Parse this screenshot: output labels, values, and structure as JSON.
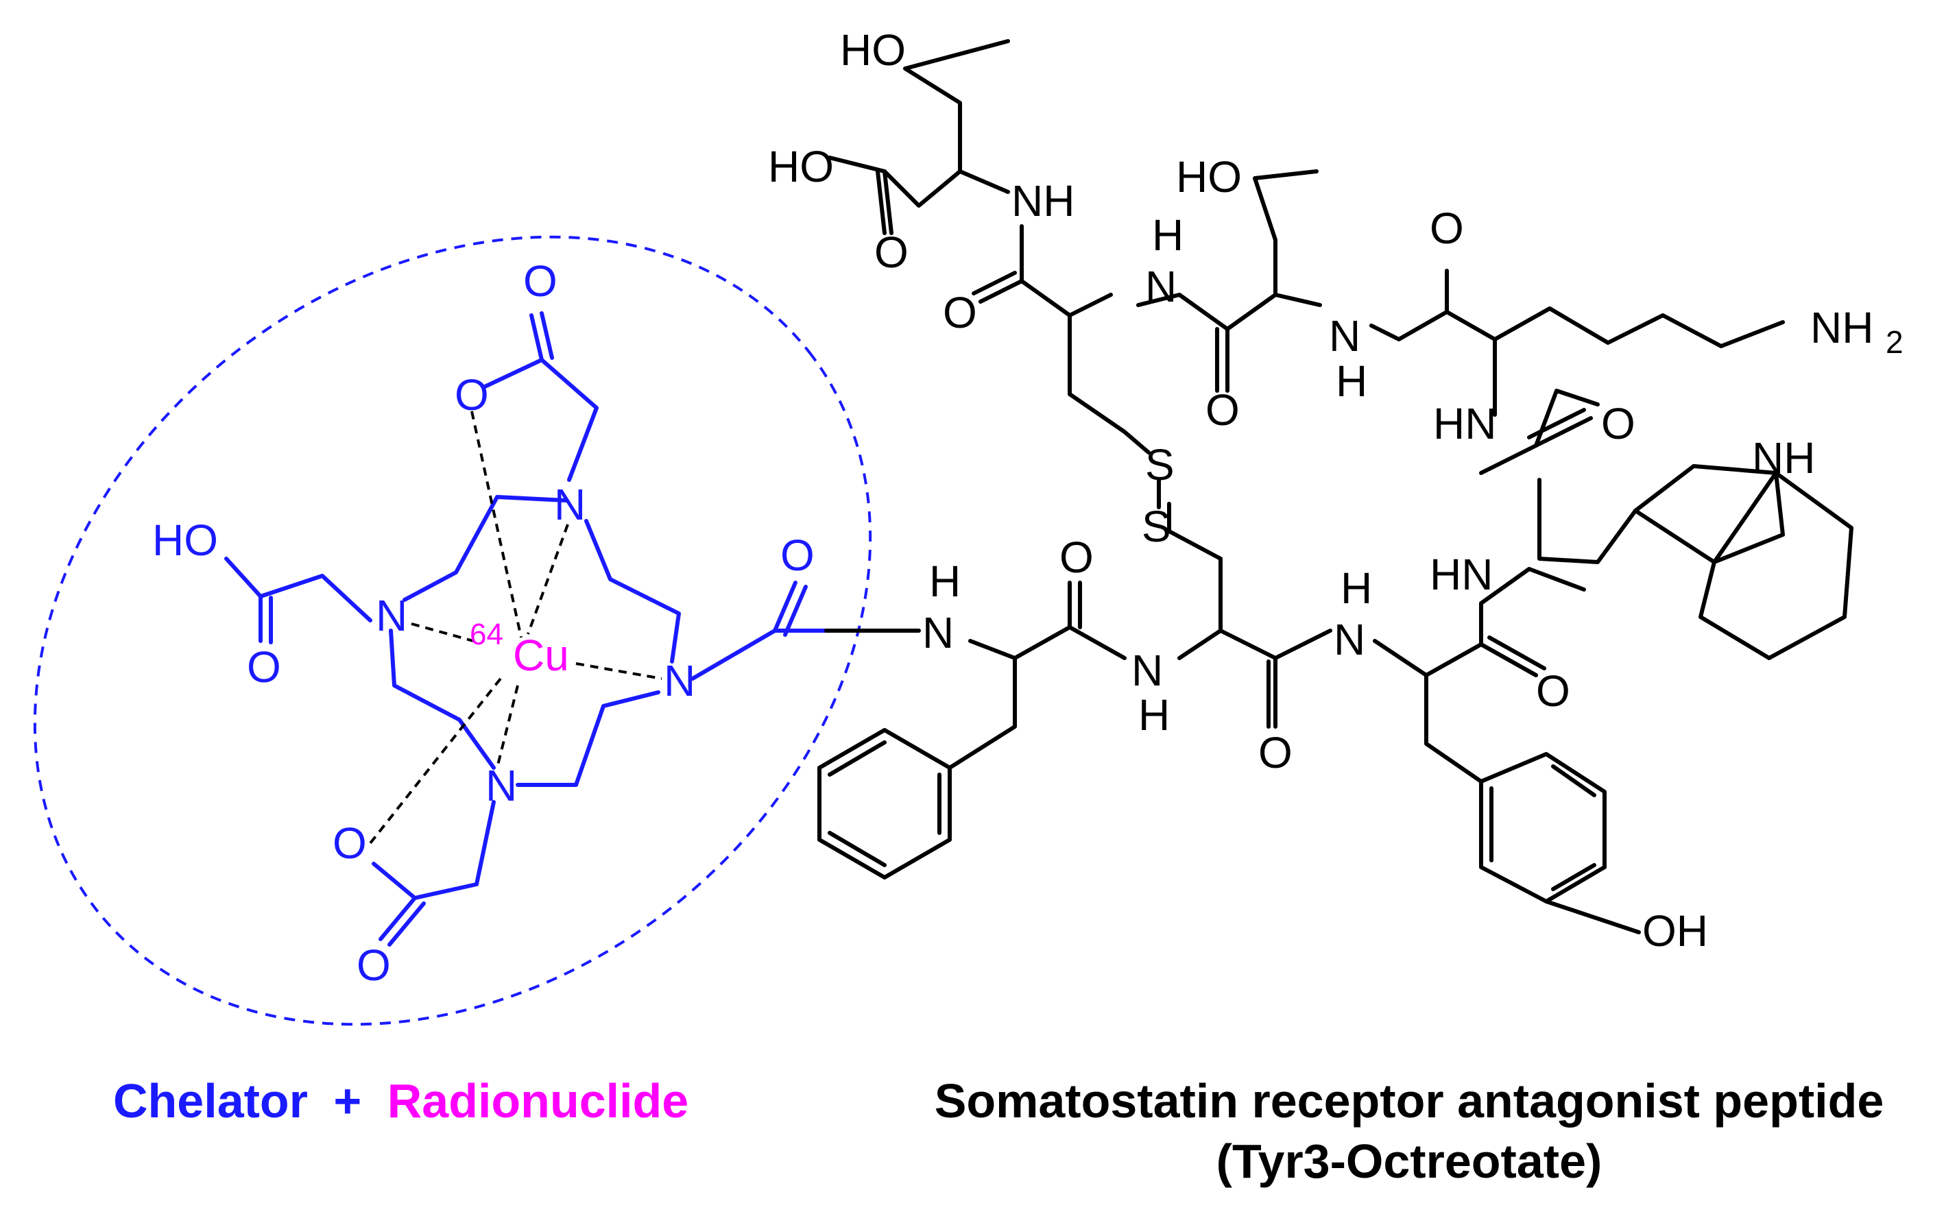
{
  "colors": {
    "chelator": "#1a1aff",
    "radionuclide": "#ff00ff",
    "peptide": "#000000"
  },
  "chelator": {
    "atoms": {
      "n_top": "N",
      "n_left": "N",
      "n_right": "N",
      "n_bottom": "N",
      "o_top_carbonyl": "O",
      "o_top_coord": "O",
      "o_left_carbonyl": "O",
      "hydroxyl_left": "HO",
      "o_bottom_coord": "O",
      "o_bottom_carbonyl": "O",
      "o_amide": "O"
    },
    "metal": {
      "mass_number": "64",
      "symbol": "Cu"
    }
  },
  "peptide": {
    "atoms": {
      "thr_top_hydroxyl": "HO",
      "thr_top_acid_oh": "HO",
      "thr_top_acid_o": "O",
      "nh_1": "NH",
      "cys_top_co": "O",
      "nh_2_h": "H",
      "nh_2_n": "N",
      "thr2_hydroxyl": "HO",
      "thr2_co": "O",
      "nh_3_n": "N",
      "nh_3_h": "H",
      "lys_co": "O",
      "lys_nh2": "NH",
      "lys_nh2_sub": "2",
      "hn_4": "HN",
      "trp_co": "O",
      "indole_nh": "NH",
      "hn_5": "HN",
      "tyr_co": "O",
      "nh_6_h": "H",
      "nh_6_n": "N",
      "cys_bot_co": "O",
      "nh_7_n": "N",
      "nh_7_h": "H",
      "phe_co": "O",
      "nh_8_h": "H",
      "nh_8_n": "N",
      "s_top": "S",
      "s_bottom": "S",
      "tyr_oh": "OH"
    }
  },
  "captions": {
    "chelator_label": "Chelator",
    "plus": "+",
    "radionuclide_label": "Radionuclide",
    "peptide_line1": "Somatostatin receptor antagonist peptide",
    "peptide_line2": "(Tyr3-Octreotate)"
  }
}
